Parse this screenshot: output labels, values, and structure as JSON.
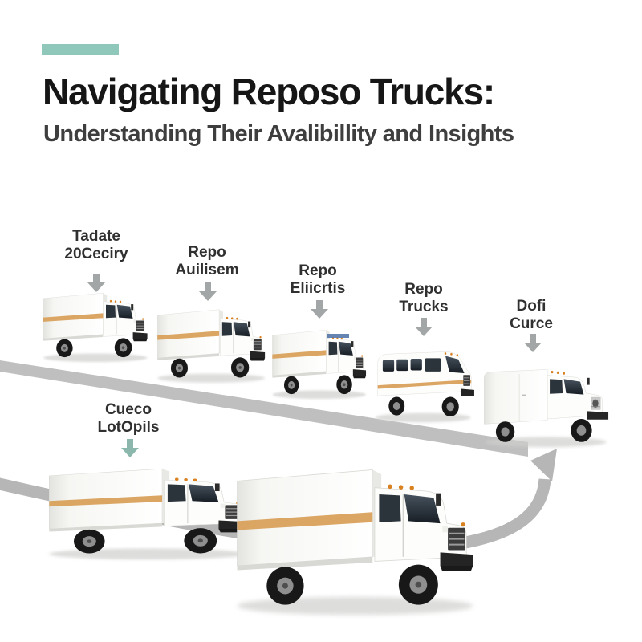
{
  "header": {
    "title": "Navigating Reposo Trucks:",
    "subtitle": "Understanding Their Avalibillity and Insights",
    "accent_color": "#8fc7ba"
  },
  "diagram": {
    "labels": [
      {
        "line1": "Tadate",
        "line2": "20Ceciry"
      },
      {
        "line1": "Repo",
        "line2": "Auilisem"
      },
      {
        "line1": "Repo",
        "line2": "Eliicrtis"
      },
      {
        "line1": "Repo",
        "line2": "Trucks"
      },
      {
        "line1": "Dofi",
        "line2": "Curce"
      },
      {
        "line1": "Cueco",
        "line2": "LotOpils"
      }
    ],
    "trucks": [
      "box-truck-small",
      "box-truck-medium",
      "box-truck-lightbar",
      "shuttle-van",
      "panel-van",
      "box-truck-large",
      "box-truck-xlarge"
    ],
    "colors": {
      "road": "#bfbfbf",
      "curve_arrow": "#b6b6b6",
      "truck_stripe": "#d9a05b",
      "label_arrow_gray": "#a2a6a6",
      "label_arrow_teal": "#8cb7ac",
      "title_text": "#161616",
      "subtitle_text": "#3e3e3e"
    }
  }
}
